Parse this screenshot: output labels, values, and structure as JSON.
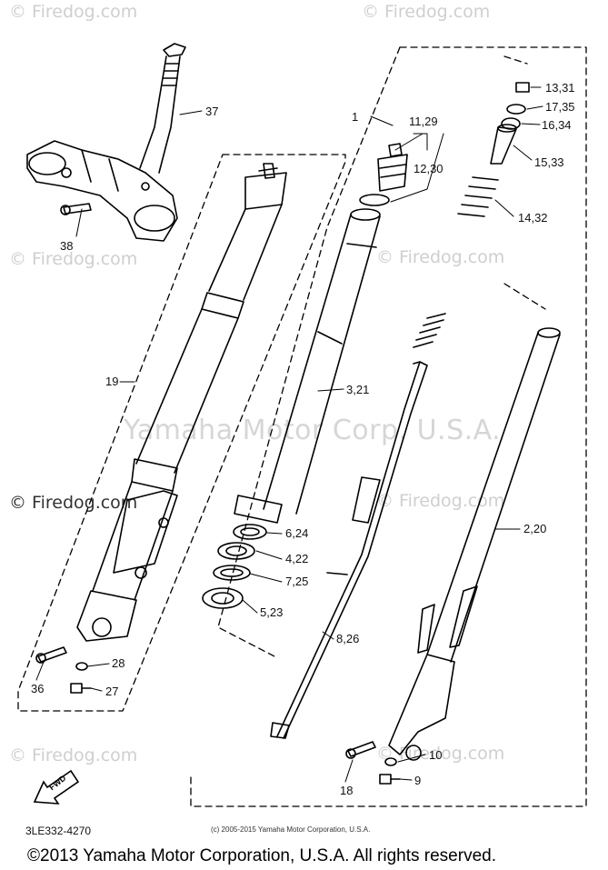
{
  "watermarks": {
    "top_left": "© Firedog.com",
    "top_right": "© Firedog.com",
    "left_upper": "© Firedog.com",
    "right_upper": "© Firedog.com",
    "left_mid": "© Firedog.com",
    "center_mid": "© Firedog.com",
    "left_lower": "© Firedog.com",
    "right_lower": "© Firedog.com",
    "center_text": "Yamaha Motor Corp. U.S.A."
  },
  "callouts": {
    "p1": "1",
    "p11_29": "11,29",
    "p12_30": "12,30",
    "p13_31": "13,31",
    "p17_35": "17,35",
    "p16_34": "16,34",
    "p15_33": "15,33",
    "p14_32": "14,32",
    "p37": "37",
    "p38": "38",
    "p19": "19",
    "p3_21": "3,21",
    "p2_20": "2,20",
    "p6_24": "6,24",
    "p4_22": "4,22",
    "p7_25": "7,25",
    "p5_23": "5,23",
    "p8_26": "8,26",
    "p28": "28",
    "p27": "27",
    "p36": "36",
    "p10": "10",
    "p9": "9",
    "p18": "18"
  },
  "fwd_label": "FWD",
  "diagram_code": "3LE332-4270",
  "fine_print": "(c) 2005-2015 Yamaha Motor Corporation, U.S.A.",
  "copyright": "©2013 Yamaha Motor Corporation, U.S.A. All rights reserved."
}
